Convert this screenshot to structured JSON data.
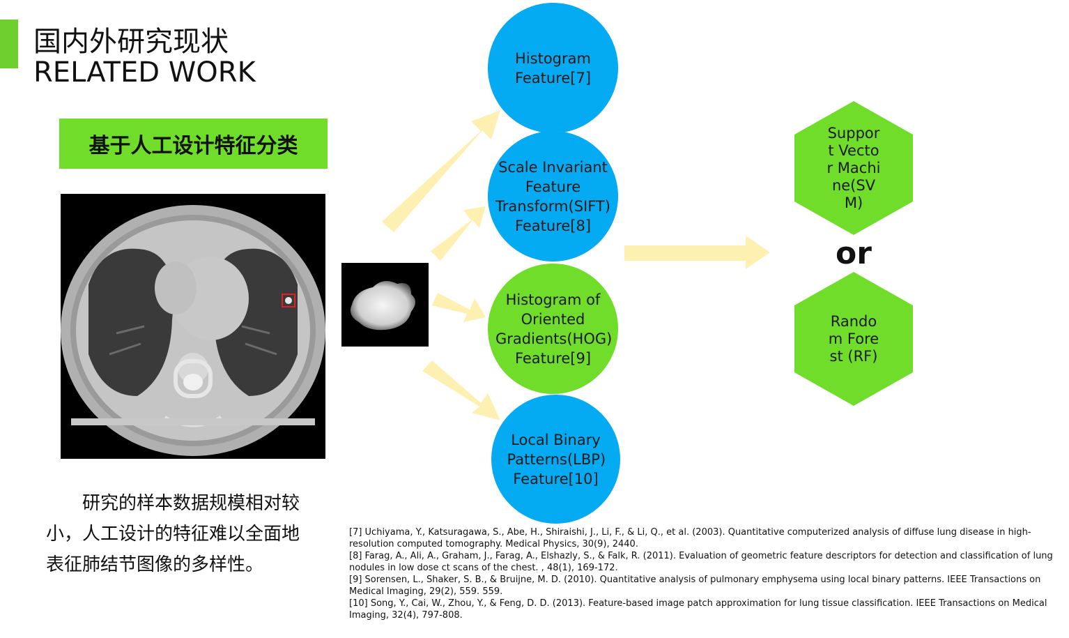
{
  "header": {
    "title_cn": "国内外研究现状",
    "title_en": "RELATED WORK"
  },
  "section_label": "基于人工设计特征分类",
  "description_lines": [
    "研究的样本数据规模相对较",
    "小，人工设计的特征难以全面地",
    "表征肺结节图像的多样性。"
  ],
  "features": [
    {
      "label": "Histogram Feature[7]",
      "color": "#04aaf2"
    },
    {
      "label": "Scale Invariant Feature Transform(SIFT) Feature[8]",
      "color": "#04aaf2"
    },
    {
      "label": "Histogram of Oriented Gradients(HOG) Feature[9]",
      "color": "#6fdd2a"
    },
    {
      "label": "Local Binary Patterns(LBP) Feature[10]",
      "color": "#04aaf2"
    }
  ],
  "classifiers": {
    "svm": "Support Vector Machine(SVM)",
    "or": "or",
    "rf": "Random Forest (RF)"
  },
  "references": [
    "[7] Uchiyama, Y., Katsuragawa, S., Abe, H., Shiraishi, J., Li, F., & Li, Q., et al. (2003). Quantitative computerized analysis of diffuse lung disease in high-resolution computed tomography. Medical Physics, 30(9), 2440.",
    "[8] Farag, A., Ali, A., Graham, J., Farag, A., Elshazly, S., & Falk, R. (2011). Evaluation of geometric feature descriptors for detection and classification of lung nodules in low dose ct scans of the chest. , 48(1), 169-172.",
    "[9] Sorensen, L., Shaker, S. B., & Bruijne, M. D. (2010). Quantitative analysis of pulmonary emphysema using local binary patterns. IEEE Transactions on Medical Imaging, 29(2), 559. 559.",
    "[10] Song, Y., Cai, W., Zhou, Y., & Feng, D. D. (2013). Feature-based image patch approximation for lung tissue classification. IEEE Transactions on Medical Imaging, 32(4), 797-808."
  ],
  "colors": {
    "accent_green": "#6fdd2a",
    "feature_blue": "#04aaf2",
    "arrow_yellow": "#fdf0b0"
  }
}
